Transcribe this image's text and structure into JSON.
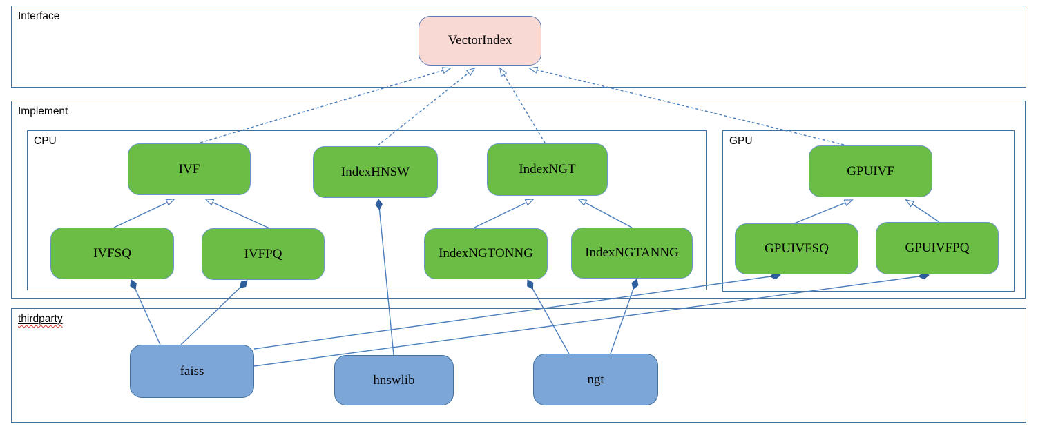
{
  "containers": {
    "interface": "Interface",
    "implement": "Implement",
    "cpu": "CPU",
    "gpu": "GPU",
    "thirdparty": "thirdparty"
  },
  "nodes": {
    "vectorindex": "VectorIndex",
    "ivf": "IVF",
    "indexhnsw": "IndexHNSW",
    "indexngt": "IndexNGT",
    "gpuivf": "GPUIVF",
    "ivfsq": "IVFSQ",
    "ivfpq": "IVFPQ",
    "indexngtonng": "IndexNGTONNG",
    "indexngtanng": "IndexNGTANNG",
    "gpuivfsq": "GPUIVFSQ",
    "gpuivfpq": "GPUIVFPQ",
    "faiss": "faiss",
    "hnswlib": "hnswlib",
    "ngt": "ngt"
  },
  "edges": [
    {
      "from": "IVF",
      "to": "VectorIndex",
      "type": "realization"
    },
    {
      "from": "IndexHNSW",
      "to": "VectorIndex",
      "type": "realization"
    },
    {
      "from": "IndexNGT",
      "to": "VectorIndex",
      "type": "realization"
    },
    {
      "from": "GPUIVF",
      "to": "VectorIndex",
      "type": "realization"
    },
    {
      "from": "IVFSQ",
      "to": "IVF",
      "type": "inheritance"
    },
    {
      "from": "IVFPQ",
      "to": "IVF",
      "type": "inheritance"
    },
    {
      "from": "IndexNGTONNG",
      "to": "IndexNGT",
      "type": "inheritance"
    },
    {
      "from": "IndexNGTANNG",
      "to": "IndexNGT",
      "type": "inheritance"
    },
    {
      "from": "GPUIVFSQ",
      "to": "GPUIVF",
      "type": "inheritance"
    },
    {
      "from": "GPUIVFPQ",
      "to": "GPUIVF",
      "type": "inheritance"
    },
    {
      "owner": "IndexHNSW",
      "dependency": "hnswlib",
      "type": "composition"
    },
    {
      "owner": "IVFSQ",
      "dependency": "faiss",
      "type": "composition"
    },
    {
      "owner": "IVFPQ",
      "dependency": "faiss",
      "type": "composition"
    },
    {
      "owner": "IndexNGTONNG",
      "dependency": "ngt",
      "type": "composition"
    },
    {
      "owner": "IndexNGTANNG",
      "dependency": "ngt",
      "type": "composition"
    },
    {
      "owner": "GPUIVFSQ",
      "dependency": "faiss",
      "type": "composition"
    },
    {
      "owner": "GPUIVFPQ",
      "dependency": "faiss",
      "type": "composition"
    }
  ],
  "colors": {
    "interface_node_fill": "#f9d9d4",
    "implement_node_fill": "#6bbd45",
    "thirdparty_node_fill": "#7da6d8",
    "connector": "#4a7ebc",
    "diamond_fill": "#2e5d9c",
    "container_border": "#41719c",
    "spellcheck_underline": "#d83a2e"
  }
}
